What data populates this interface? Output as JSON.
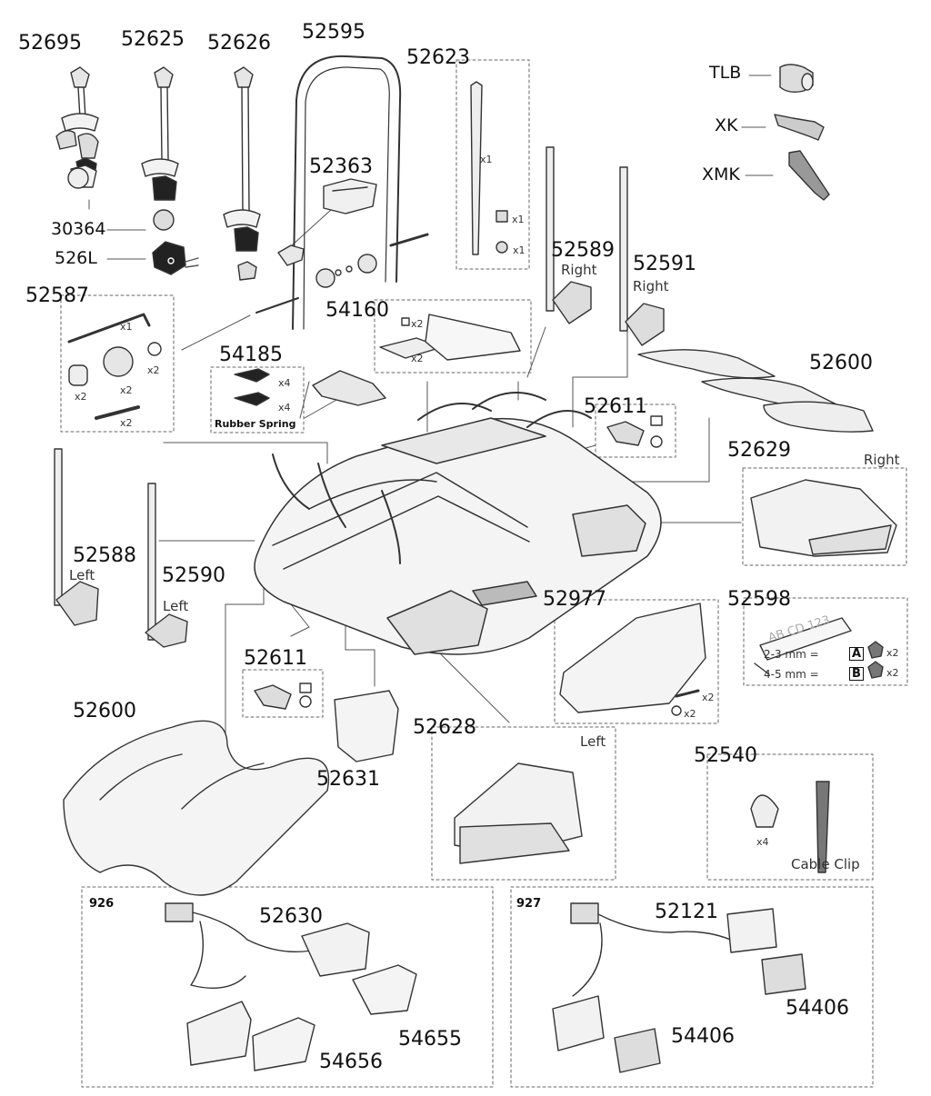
{
  "parts": {
    "p52695": "52695",
    "p52625": "52625",
    "p52626": "52626",
    "p52595": "52595",
    "p52623": "52623",
    "tlb": "TLB",
    "xk": "XK",
    "xmk": "XMK",
    "p52363": "52363",
    "p30364": "30364",
    "p526L": "526L",
    "p52587": "52587",
    "p54160": "54160",
    "p52589": "52589",
    "p52591": "52591",
    "p54185": "54185",
    "p52600a": "52600",
    "p52611a": "52611",
    "p52629": "52629",
    "p52588": "52588",
    "p52590": "52590",
    "p52977": "52977",
    "p52598": "52598",
    "p52611b": "52611",
    "p52600b": "52600",
    "p52631": "52631",
    "p52628": "52628",
    "p52540": "52540",
    "p52630": "52630",
    "p54655": "54655",
    "p54656": "54656",
    "p52121": "52121",
    "p54406a": "54406",
    "p54406b": "54406"
  },
  "side_labels": {
    "right1": "Right",
    "right2": "Right",
    "right3": "Right",
    "left1": "Left",
    "left2": "Left",
    "left3": "Left"
  },
  "qty": {
    "x1a": "x1",
    "x1b": "x1",
    "x1c": "x1",
    "x1d": "x1",
    "x2a": "x2",
    "x2b": "x2",
    "x2c": "x2",
    "x2d": "x2",
    "x2e": "x2",
    "x4a": "x4",
    "x4b": "x4",
    "x2f": "x2",
    "x2g": "x2",
    "x2h": "x2",
    "x2i": "x2",
    "x4c": "x4"
  },
  "notes": {
    "rubber_spring": "Rubber Spring",
    "plate_text": "AB CD 123",
    "mm_a": "2-3 mm =",
    "mm_b": "4-5 mm =",
    "letter_a": "A",
    "letter_b": "B",
    "cable_clip": "Cable Clip"
  },
  "kits": {
    "k926": "926",
    "k927": "927"
  },
  "colors": {
    "line": "#333333",
    "fill_light": "#f2f2f2",
    "fill_mid": "#d9d9d9",
    "fill_dark": "#222222",
    "dash": "#666666"
  }
}
